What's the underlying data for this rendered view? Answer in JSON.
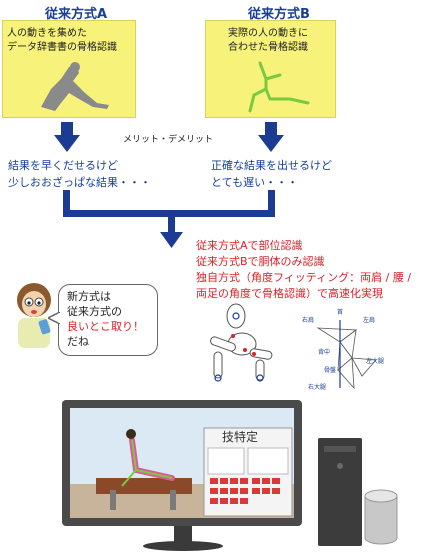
{
  "method_a": {
    "title": "従来方式A",
    "desc_line1": "人の動きを集めた",
    "desc_line2": "データ辞書書の骨格認識",
    "result_line1": "結果を早くだせるけど",
    "result_line2": "少しおおざっぱな結果・・・"
  },
  "method_b": {
    "title": "従来方式B",
    "desc_line1": "実際の人の動きに",
    "desc_line2": "合わせた骨格認識",
    "result_line1": "正確な結果を出せるけど",
    "result_line2": "とても遅い・・・"
  },
  "merit_label": "メリット・デメリット",
  "summary": {
    "line1": "従来方式Aで部位認識",
    "line2": "従来方式Bで胴体のみ認識",
    "line3": "独自方式（角度フィッティング：両肩 / 腰 /",
    "line4": "両足の角度で骨格認識）で高速化実現"
  },
  "bubble": {
    "line1": "新方式は",
    "line2": "従来方式の",
    "line3": "良いとこ取り！",
    "line4": "だね"
  },
  "joints": {
    "head": "首",
    "right_shoulder": "右肩",
    "left_shoulder": "左肩",
    "back": "背中",
    "hip": "骨盤",
    "left_thigh": "左大腿",
    "right_thigh": "右大腿"
  },
  "monitor": {
    "panel_title": "技特定"
  },
  "colors": {
    "title_blue": "#1a3f99",
    "arrow_blue": "#1c3c94",
    "summary_red": "#d8232a",
    "box_yellow": "#f6f27a",
    "skeleton_green": "#7ac943"
  }
}
